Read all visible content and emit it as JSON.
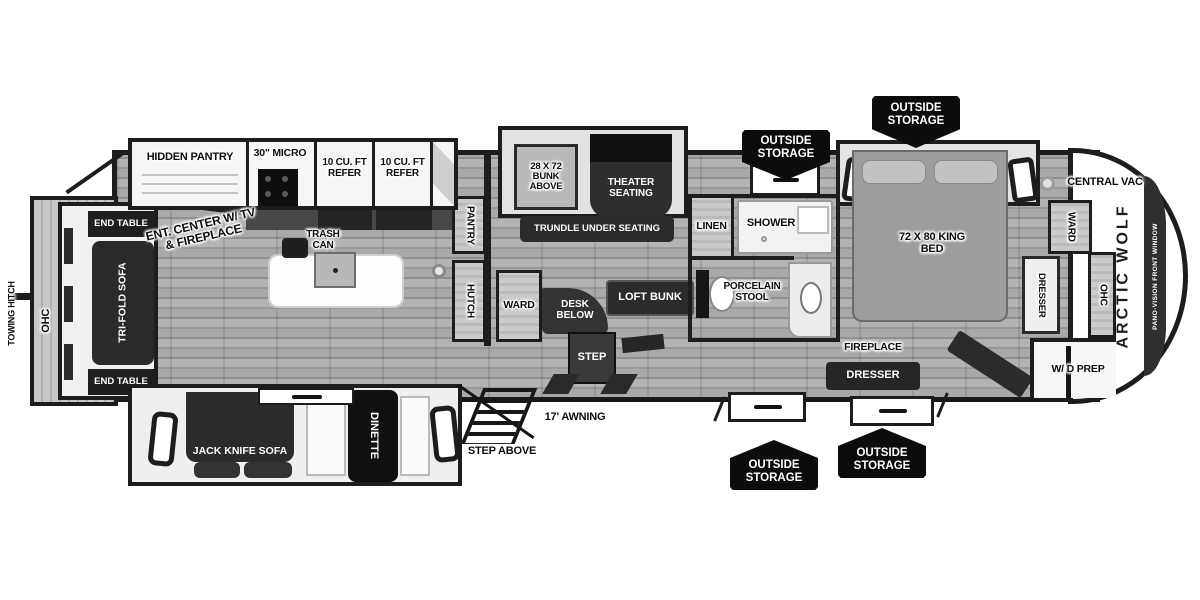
{
  "brand": {
    "name": "ARCTIC WOLF",
    "front_window": "PANO-VISION FRONT WINDOW"
  },
  "rear": {
    "towing_hitch": "TOWING HITCH",
    "ohc": "OHC",
    "end_table": "END TABLE",
    "sofa": "TRI-FOLD SOFA",
    "ent_center": "ENT. CENTER W/ TV & FIREPLACE"
  },
  "kitchen": {
    "hidden_pantry": "HIDDEN PANTRY",
    "micro": "30\" MICRO",
    "refer": "10 CU. FT REFER",
    "trash_can": "TRASH CAN",
    "pantry": "PANTRY",
    "hutch": "HUTCH"
  },
  "bunkroom": {
    "bunk_above": "28 X 72 BUNK ABOVE",
    "theater_seating": "THEATER SEATING",
    "trundle": "TRUNDLE UNDER SEATING",
    "ward": "WARD",
    "desk_below": "DESK BELOW",
    "loft_bunk": "LOFT BUNK",
    "step": "STEP"
  },
  "bath": {
    "linen": "LINEN",
    "shower": "SHOWER",
    "stool": "PORCELAIN STOOL"
  },
  "bedroom": {
    "bed": "72 X 80 KING BED",
    "ward": "WARD",
    "dresser_side": "DRESSER",
    "ohc": "OHC",
    "central_vac": "CENTRAL VAC",
    "fireplace": "FIREPLACE",
    "dresser_bottom": "DRESSER",
    "wd_prep": "W/ D PREP"
  },
  "bottom_slide": {
    "sofa": "JACK KNIFE SOFA",
    "dinette": "DINETTE"
  },
  "exterior": {
    "outside_storage": "OUTSIDE STORAGE",
    "step_above": "STEP ABOVE",
    "awning": "17' AWNING"
  },
  "colors": {
    "wall": "#1d1d1d",
    "banner": "#0c0c0c",
    "furniture": "#2b2b2b",
    "floor": "#a0a0a0"
  }
}
